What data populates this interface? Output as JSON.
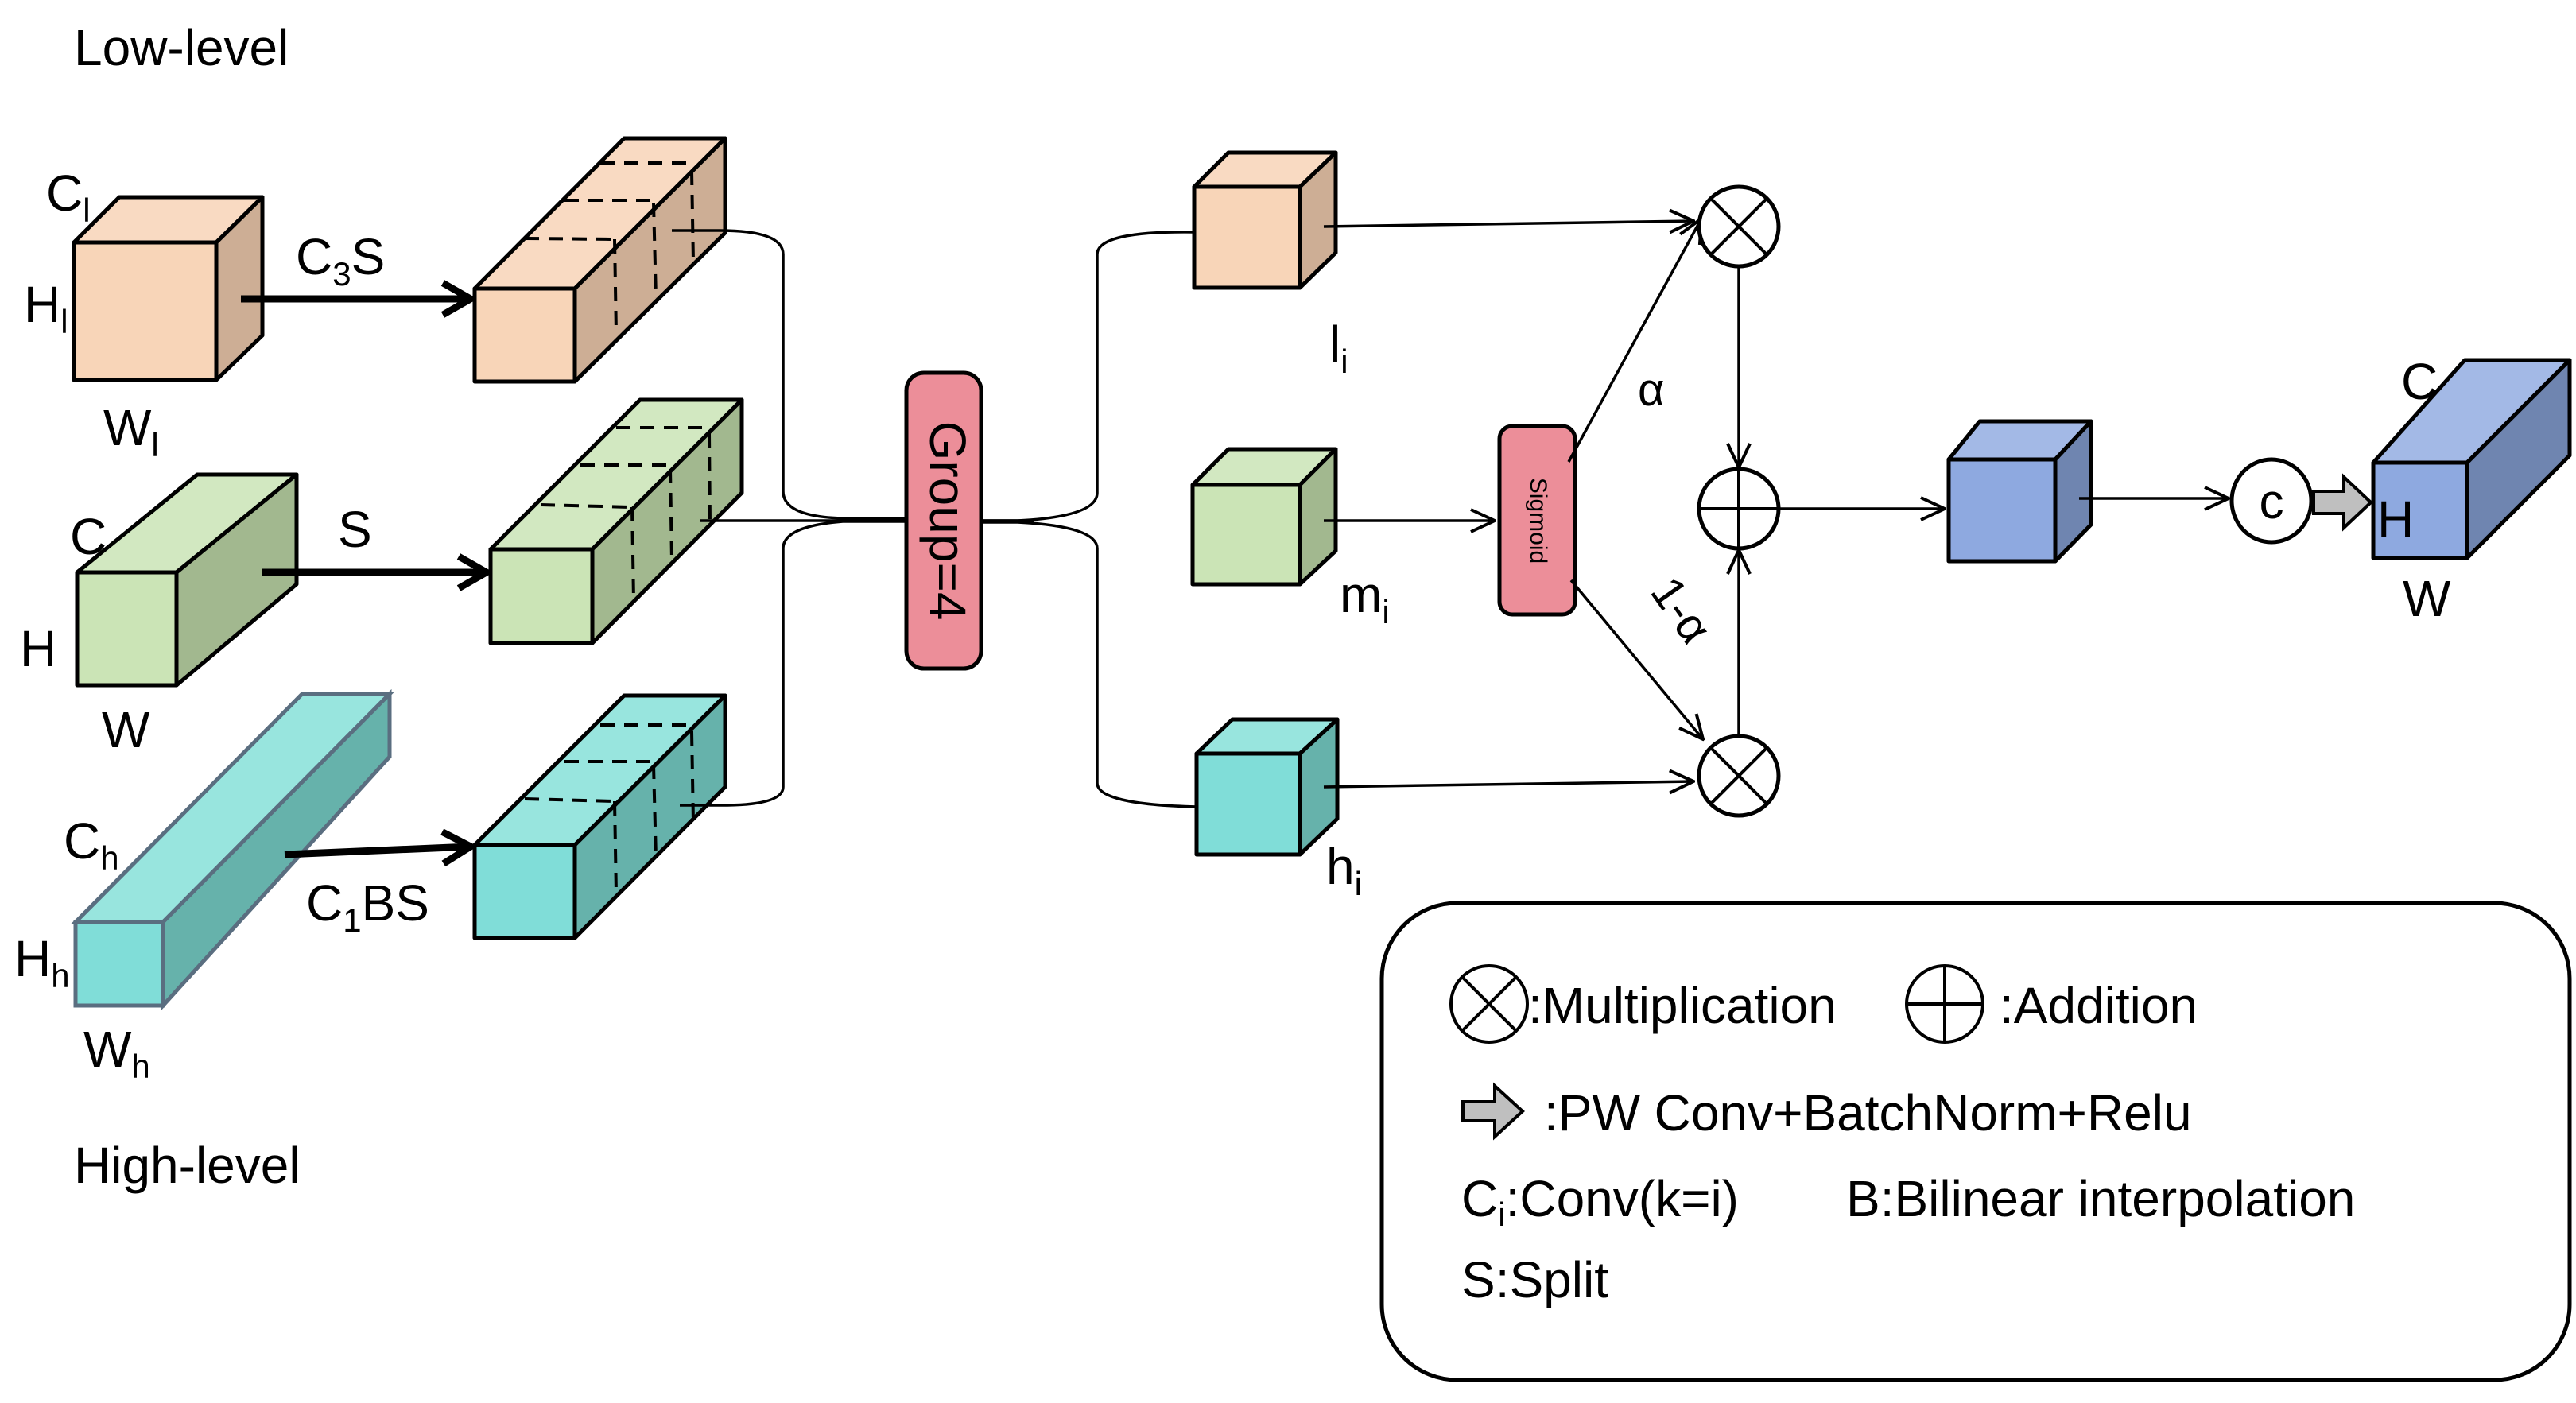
{
  "labels": {
    "low_level": "Low-level",
    "high_level": "High-level",
    "low_c": "C",
    "low_c_sub": "l",
    "low_h": "H",
    "low_h_sub": "l",
    "low_w": "W",
    "low_w_sub": "l",
    "mid_c": "C",
    "mid_h": "H",
    "mid_w": "W",
    "high_c": "C",
    "high_c_sub": "h",
    "high_h": "H",
    "high_h_sub": "h",
    "high_w": "W",
    "high_w_sub": "h",
    "op_low": "C",
    "op_low_sub": "3",
    "op_low_tail": "S",
    "op_mid": "S",
    "op_high": "C",
    "op_high_sub": "1",
    "op_high_tail": "BS",
    "group": "Group=4",
    "sigmoid": "Sigmoid",
    "l_i": "l",
    "l_i_sub": "i",
    "m_i": "m",
    "m_i_sub": "i",
    "h_i": "h",
    "h_i_sub": "i",
    "alpha": "α",
    "one_minus_alpha": "1-α",
    "concat": "c",
    "out_c": "C",
    "out_h": "H",
    "out_w": "W"
  },
  "legend": {
    "multiplication": ":Multiplication",
    "addition": ":Addition",
    "pw_conv": ":PW Conv+BatchNorm+Relu",
    "conv_prefix": "C",
    "conv_sub": "i",
    "conv_text": ":Conv(k=i)",
    "bilinear": "B:Bilinear interpolation",
    "split": "S:Split"
  },
  "colors": {
    "peach_front": "#F8D5B8",
    "peach_top": "#F9DAC2",
    "peach_side": "#CDAE95",
    "green_front": "#CBE4B6",
    "green_top": "#D2E8C1",
    "green_side": "#A2B88F",
    "teal_front": "#80DDD8",
    "teal_top": "#98E5DE",
    "teal_side": "#66B2AB",
    "blue_front": "#8EA9E0",
    "blue_top": "#A3B9E6",
    "blue_side": "#6F85B0",
    "pink": "#EC8E99",
    "gray_arrow": "#BFBFBF"
  }
}
